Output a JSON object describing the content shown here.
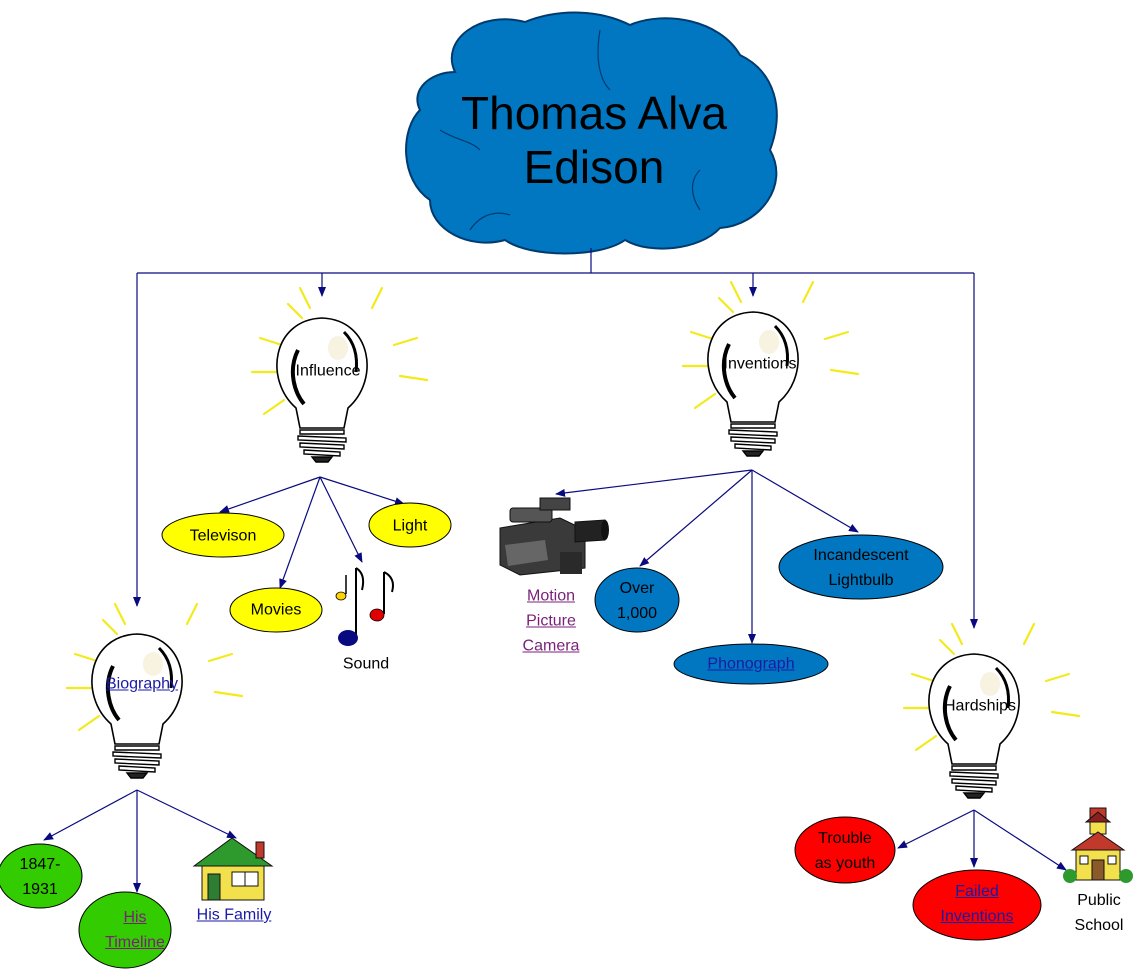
{
  "title_line1": "Thomas Alva",
  "title_line2": "Edison",
  "branches": {
    "influence": "Influence",
    "inventions": "Inventions",
    "biography": "Biography",
    "hardships": "Hardships"
  },
  "influence_items": {
    "television": "Televison",
    "light": "Light",
    "movies": "Movies",
    "sound": "Sound"
  },
  "inventions_items": {
    "motion_1": "Motion",
    "motion_2": "Picture",
    "motion_3": "Camera",
    "over_1": "Over",
    "over_2": "1,000",
    "incandescent_1": "Incandescent",
    "incandescent_2": "Lightbulb",
    "phonograph": "Phonograph"
  },
  "biography_items": {
    "years_1": "1847-",
    "years_2": "1931",
    "timeline_1": "His",
    "timeline_2": "Timeline",
    "family": "His Family"
  },
  "hardships_items": {
    "trouble_1": "Trouble",
    "trouble_2": "as youth",
    "failed_1": "Failed",
    "failed_2": "Inventions",
    "school_1": "Public",
    "school_2": "School"
  },
  "colors": {
    "cloud": "#0077c0",
    "connector": "#0a0a80",
    "yellow_node": "#ffff00",
    "blue_node": "#0077c0",
    "green_node": "#33cc00",
    "red_node": "#ff0000",
    "bulb_ray": "#f2ea1a"
  }
}
